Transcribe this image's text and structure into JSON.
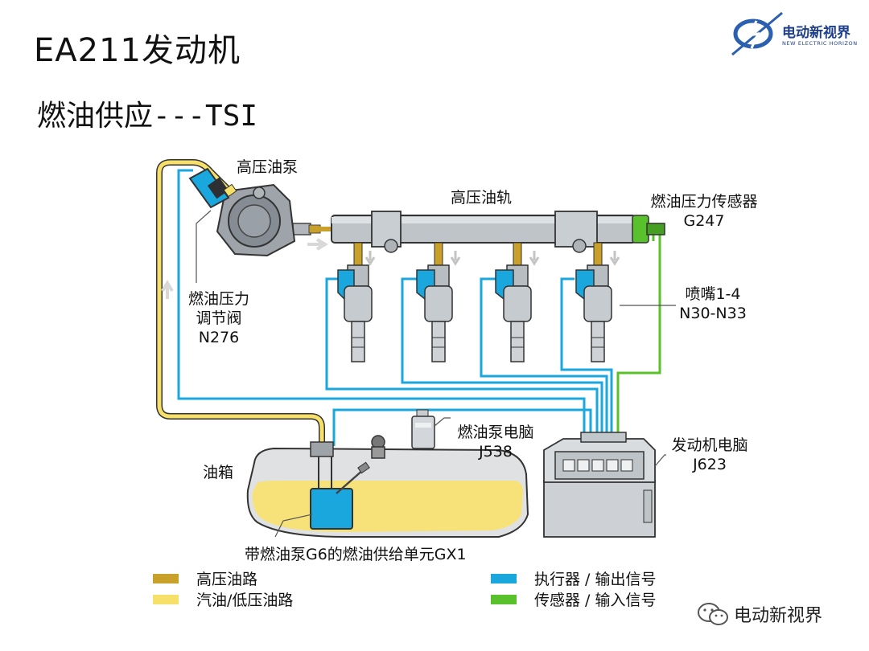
{
  "slide": {
    "title": "EA211发动机",
    "subtitle": "燃油供应---TSI"
  },
  "logo": {
    "text": "电动新视界",
    "sub": "NEW ELECTRIC HORIZON",
    "icon": "brand-swirl-icon"
  },
  "labels": {
    "hp_pump": "高压油泵",
    "hp_rail": "高压油轨",
    "pressure_sensor": "燃油压力传感器",
    "pressure_sensor_code": "G247",
    "regulator_line1": "燃油压力",
    "regulator_line2": "调节阀",
    "regulator_code": "N276",
    "injectors": "喷嘴1-4",
    "injectors_code": "N30-N33",
    "pump_ecu": "燃油泵电脑",
    "pump_ecu_code": "J538",
    "engine_ecu": "发动机电脑",
    "engine_ecu_code": "J623",
    "tank": "油箱",
    "supply_unit": "带燃油泵G6的燃油供给单元GX1"
  },
  "legend": [
    {
      "label": "高压油路",
      "color": "#c9a02a"
    },
    {
      "label": "汽油/低压油路",
      "color": "#f7e06a"
    },
    {
      "label": "执行器 / 输出信号",
      "color": "#1aa7dd"
    },
    {
      "label": "传感器 / 输入信号",
      "color": "#58c12b"
    }
  ],
  "watermark": {
    "text": "电动新视界",
    "icon": "wechat-icon"
  },
  "colors": {
    "high_pressure": "#c9a02a",
    "low_pressure": "#f7e06a",
    "actuator": "#1aa7dd",
    "sensor": "#58c12b"
  }
}
